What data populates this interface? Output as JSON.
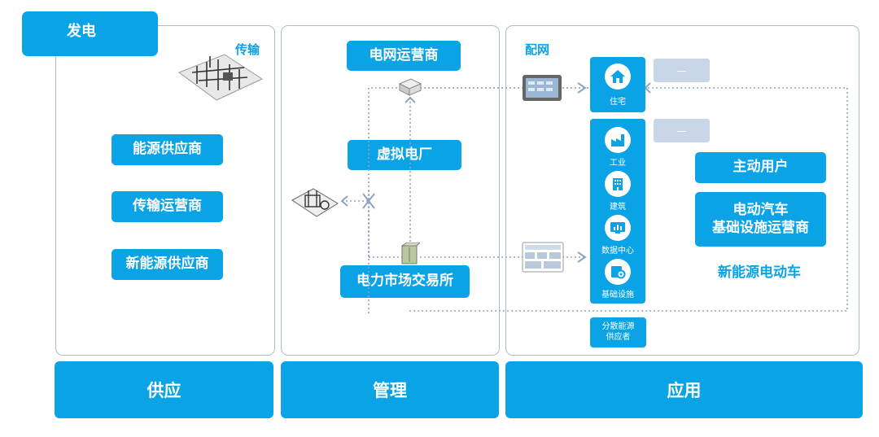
{
  "generation": {
    "label": "发电"
  },
  "supply": {
    "transmission_label": "传输",
    "items": [
      "能源供应商",
      "传输运营商",
      "新能源供应商"
    ],
    "footer": "供应"
  },
  "management": {
    "grid_operator": "电网运营商",
    "virtual_plant": "虚拟电厂",
    "market": "电力市场交易所",
    "footer": "管理"
  },
  "application": {
    "distribution_label": "配网",
    "residence": {
      "label": "住宅",
      "chip": "—"
    },
    "groups": {
      "chip": "—",
      "items": [
        "工业",
        "建筑",
        "数据中心",
        "基础设施"
      ]
    },
    "distributed_supplier": "分散能源\n供应者",
    "active_user": "主动用户",
    "ev_operator": "电动汽车\n基础设施运营商",
    "new_energy_ev": "新能源电动车",
    "footer": "应用"
  },
  "icons": [
    "house-icon",
    "factory-icon",
    "building-icon",
    "chart-icon",
    "gear-icon"
  ],
  "colors": {
    "accent": "#0aa3e6",
    "panel_border": "#aebccd",
    "chip": "#c9d6e8",
    "dotted": "#8fa3bf"
  }
}
